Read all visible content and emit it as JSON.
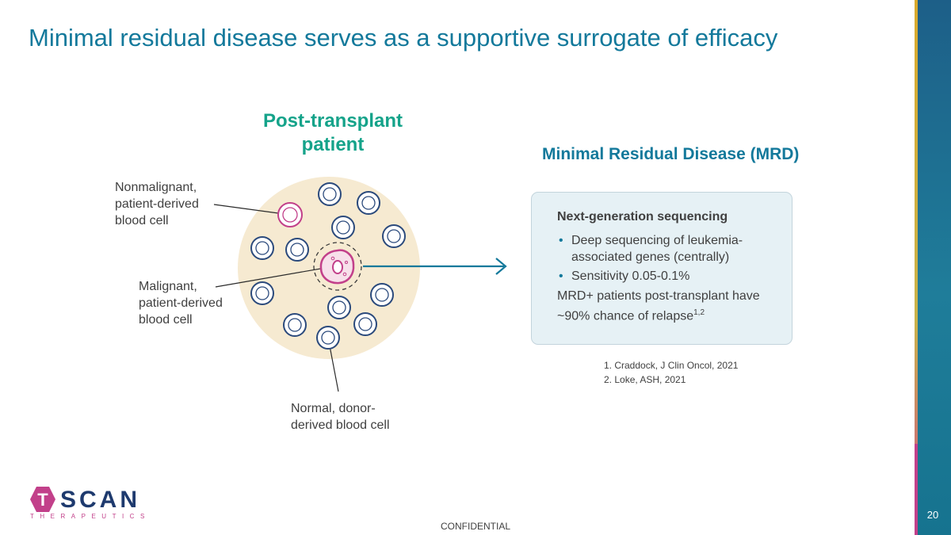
{
  "slide": {
    "title": "Minimal residual disease serves as a supportive surrogate of efficacy",
    "page_number": "20",
    "footer": "CONFIDENTIAL"
  },
  "diagram": {
    "title": "Post-transplant patient",
    "labels": {
      "nonmalignant": "Nonmalignant,\npatient-derived\nblood cell",
      "malignant": "Malignant,\npatient-derived\nblood cell",
      "normal": "Normal, donor-\nderived blood cell"
    }
  },
  "mrd": {
    "title": "Minimal Residual Disease (MRD)",
    "heading": "Next-generation sequencing",
    "bullets": [
      "Deep sequencing of leukemia-associated genes (centrally)",
      "Sensitivity 0.05-0.1%"
    ],
    "note": "MRD+ patients post-transplant have ~90% chance of relapse",
    "note_superscript": "1,2"
  },
  "references": [
    "1. Craddock, J Clin Oncol, 2021",
    "2. Loke, ASH, 2021"
  ],
  "logo": {
    "letter": "T",
    "text": "SCAN",
    "subtext": "THERAPEUTICS"
  },
  "colors": {
    "title": "#13799b",
    "accent_green": "#15a38a",
    "magenta": "#c2408a",
    "navy": "#2b4a7c",
    "circle_fill": "#f6ead1"
  }
}
